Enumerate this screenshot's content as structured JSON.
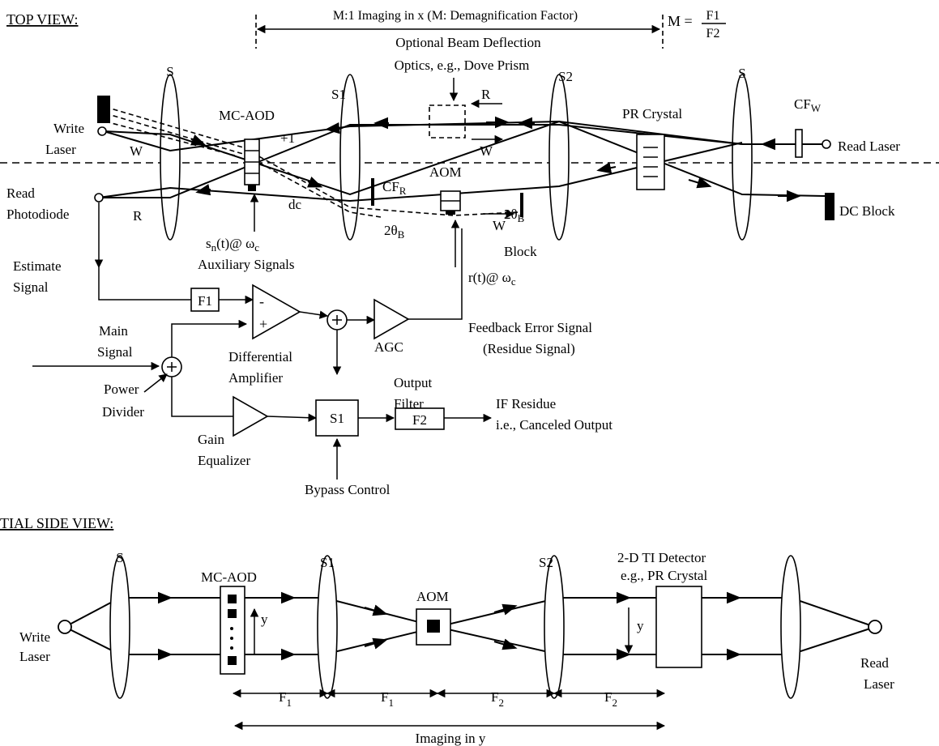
{
  "top_view": {
    "heading": "TOP VIEW:",
    "imaging_x_label": "M:1 Imaging in x (M: Demagnification Factor)",
    "formula_lhs": "M =",
    "formula_num": "F1",
    "formula_den": "F2",
    "deflection_line1": "Optional Beam Deflection",
    "deflection_line2": "Optics, e.g., Dove Prism",
    "lens_s_left": "S",
    "lens_s1": "S1",
    "lens_s2": "S2",
    "lens_s_right": "S",
    "mc_aod": "MC-AOD",
    "pr_crystal": "PR Crystal",
    "cf_w": "CF",
    "cf_w_sub": "W",
    "cf_r": "CF",
    "cf_r_sub": "R",
    "write_laser_1": "Write",
    "write_laser_2": "Laser",
    "read_laser": "Read Laser",
    "read_photodiode_1": "Read",
    "read_photodiode_2": "Photodiode",
    "beam_w": "W",
    "beam_r": "R",
    "plus_one": "+1",
    "dc": "dc",
    "aom": "AOM",
    "two_theta_1": "2θ",
    "two_theta_1_sub": "B",
    "two_theta_2": "2θ",
    "two_theta_2_sub": "B",
    "block": "Block",
    "dc_block": "DC Block",
    "arrow_r_top": "R",
    "arrow_w_mid": "W",
    "arrow_w_low": "W",
    "aux_sig_pre": "s",
    "aux_sig_sub": "n",
    "aux_sig_post": "(t)@ ω",
    "aux_sig_sub2": "c",
    "aux_signals": "Auxiliary Signals",
    "rt_pre": "r(t)@ ω",
    "rt_sub": "c",
    "estimate_1": "Estimate",
    "estimate_2": "Signal",
    "f1_box": "F1",
    "main_1": "Main",
    "main_2": "Signal",
    "power_1": "Power",
    "power_2": "Divider",
    "diff_1": "Differential",
    "diff_2": "Amplifier",
    "minus": "-",
    "plus": "+",
    "agc": "AGC",
    "feedback_1": "Feedback Error Signal",
    "feedback_2": "(Residue Signal)",
    "gain_1": "Gain",
    "gain_2": "Equalizer",
    "s1_box": "S1",
    "output_1": "Output",
    "output_2": "Filter",
    "f2_box": "F2",
    "ifres_1": "IF Residue",
    "ifres_2": "i.e., Canceled Output",
    "bypass": "Bypass Control"
  },
  "side_view": {
    "heading": "TIAL SIDE VIEW:",
    "lens_s": "S",
    "mc_aod": "MC-AOD",
    "lens_s1": "S1",
    "aom": "AOM",
    "lens_s2": "S2",
    "detector_1": "2-D TI  Detector",
    "detector_2": "e.g., PR Crystal",
    "write_1": "Write",
    "write_2": "Laser",
    "read_1": "Read",
    "read_2": "Laser",
    "y_left": "y",
    "y_right": "y",
    "f1a": "F",
    "f1a_sub": "1",
    "f1b": "F",
    "f1b_sub": "1",
    "f2a": "F",
    "f2a_sub": "2",
    "f2b": "F",
    "f2b_sub": "2",
    "imaging_y": "Imaging in y"
  }
}
